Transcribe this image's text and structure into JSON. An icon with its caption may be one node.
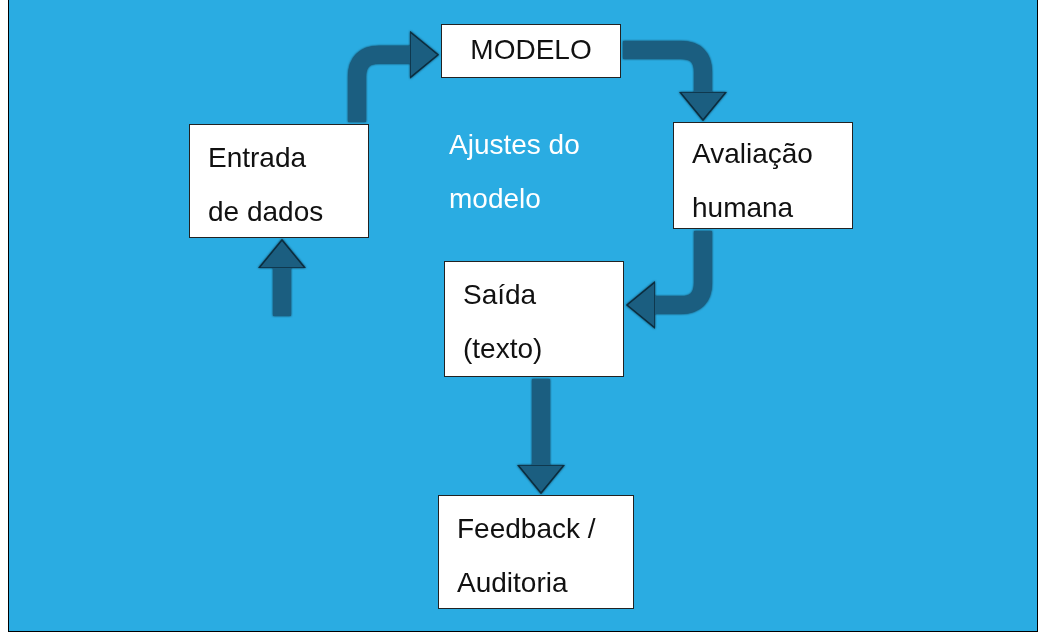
{
  "diagram": {
    "nodes": [
      {
        "text": [
          "MODELO"
        ]
      },
      {
        "text": [
          "Entrada de dados"
        ]
      },
      {
        "text": [
          "Avaliação humana"
        ]
      },
      {
        "text": [
          "Saída (texto)"
        ]
      },
      {
        "text": [
          "Feedback / Auditoria"
        ]
      }
    ],
    "edges": [
      {
        "from": 1,
        "to": 0,
        "arrow": "to"
      },
      {
        "from": 0,
        "to": 2,
        "arrow": "to"
      },
      {
        "from": 2,
        "to": 3,
        "arrow": "to"
      },
      {
        "from": 3,
        "to": 4,
        "arrow": "to"
      },
      {
        "from": null,
        "to": 1,
        "arrow": "to"
      }
    ],
    "labels": [
      "Ajustes do modelo"
    ]
  }
}
